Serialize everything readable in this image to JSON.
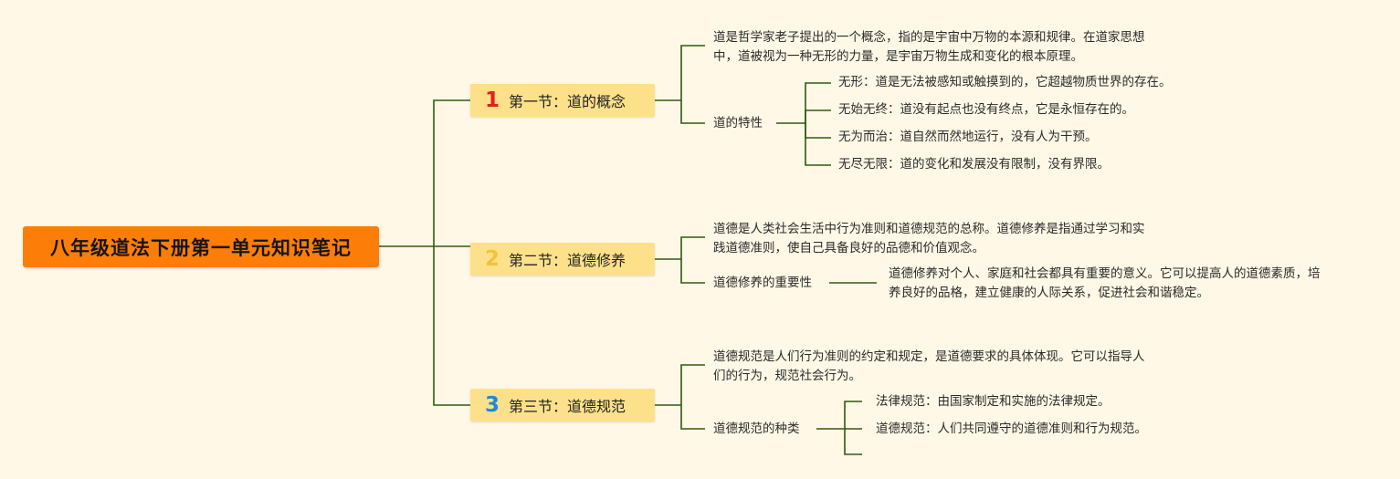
{
  "root": {
    "title": "八年级道法下册第一单元知识笔记"
  },
  "sections": [
    {
      "number": "1",
      "number_color": "#e02020",
      "title": "第一节：道的概念",
      "definition_lines": [
        "道是哲学家老子提出的一个概念，指的是宇宙中万物的本源和规律。在道家思想",
        "中，道被视为一种无形的力量，是宇宙万物生成和变化的根本原理。"
      ],
      "sub": {
        "label": "道的特性",
        "items": [
          "无形：道是无法被感知或触摸到的，它超越物质世界的存在。",
          "无始无终：道没有起点也没有终点，它是永恒存在的。",
          "无为而治：道自然而然地运行，没有人为干预。",
          "无尽无限：道的变化和发展没有限制，没有界限。"
        ]
      }
    },
    {
      "number": "2",
      "number_color": "#f5c23a",
      "title": "第二节：道德修养",
      "definition_lines": [
        "道德是人类社会生活中行为准则和道德规范的总称。道德修养是指通过学习和实",
        "践道德准则，使自己具备良好的品德和价值观念。"
      ],
      "sub": {
        "label": "道德修养的重要性",
        "detail_lines": [
          "道德修养对个人、家庭和社会都具有重要的意义。它可以提高人的道德素质，培",
          "养良好的品格，建立健康的人际关系，促进社会和谐稳定。"
        ]
      }
    },
    {
      "number": "3",
      "number_color": "#1e88d6",
      "title": "第三节：道德规范",
      "definition_lines": [
        "道德规范是人们行为准则的约定和规定，是道德要求的具体体现。它可以指导人",
        "们的行为，规范社会行为。"
      ],
      "sub": {
        "label": "道德规范的种类",
        "items": [
          "法律规范：由国家制定和实施的法律规定。",
          "道德规范：人们共同遵守的道德准则和行为规范。",
          ""
        ]
      }
    }
  ],
  "style": {
    "line_color": "#2e5a12",
    "root_color": "#fc7e09",
    "section_color": "#fde18a",
    "background": "#fff8e6"
  }
}
